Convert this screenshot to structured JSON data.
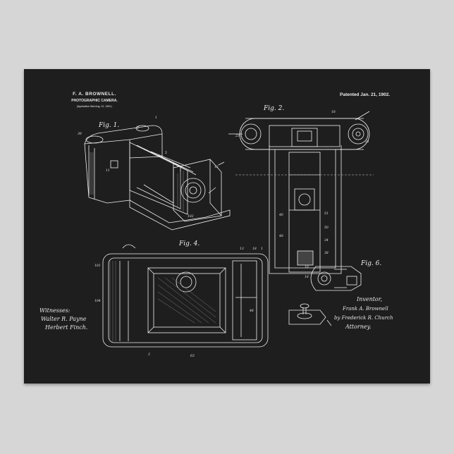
{
  "header": {
    "inventor_name": "F. A. BROWNELL.",
    "invention_title": "PHOTOGRAPHIC CAMERA.",
    "application_note": "(Application filed Aug. 22, 1900.)",
    "patent_date": "Patented Jan. 21, 1902."
  },
  "figures": {
    "fig1": "Fig. 1.",
    "fig2": "Fig. 2.",
    "fig4": "Fig. 4.",
    "fig6": "Fig. 6."
  },
  "signatures": {
    "witnesses_label": "Witnesses:",
    "witness_1": "Walter R. Payne",
    "witness_2": "Herbert Finch.",
    "inventor_label": "Inventor,",
    "inventor_signature": "Frank A. Brownell",
    "by_signature": "by Frederick R. Church",
    "attorney_label": "Attorney."
  },
  "palette": {
    "wall": "#d6d6d6",
    "board": "#1e1e1e",
    "ink": "#f0f0f0"
  }
}
